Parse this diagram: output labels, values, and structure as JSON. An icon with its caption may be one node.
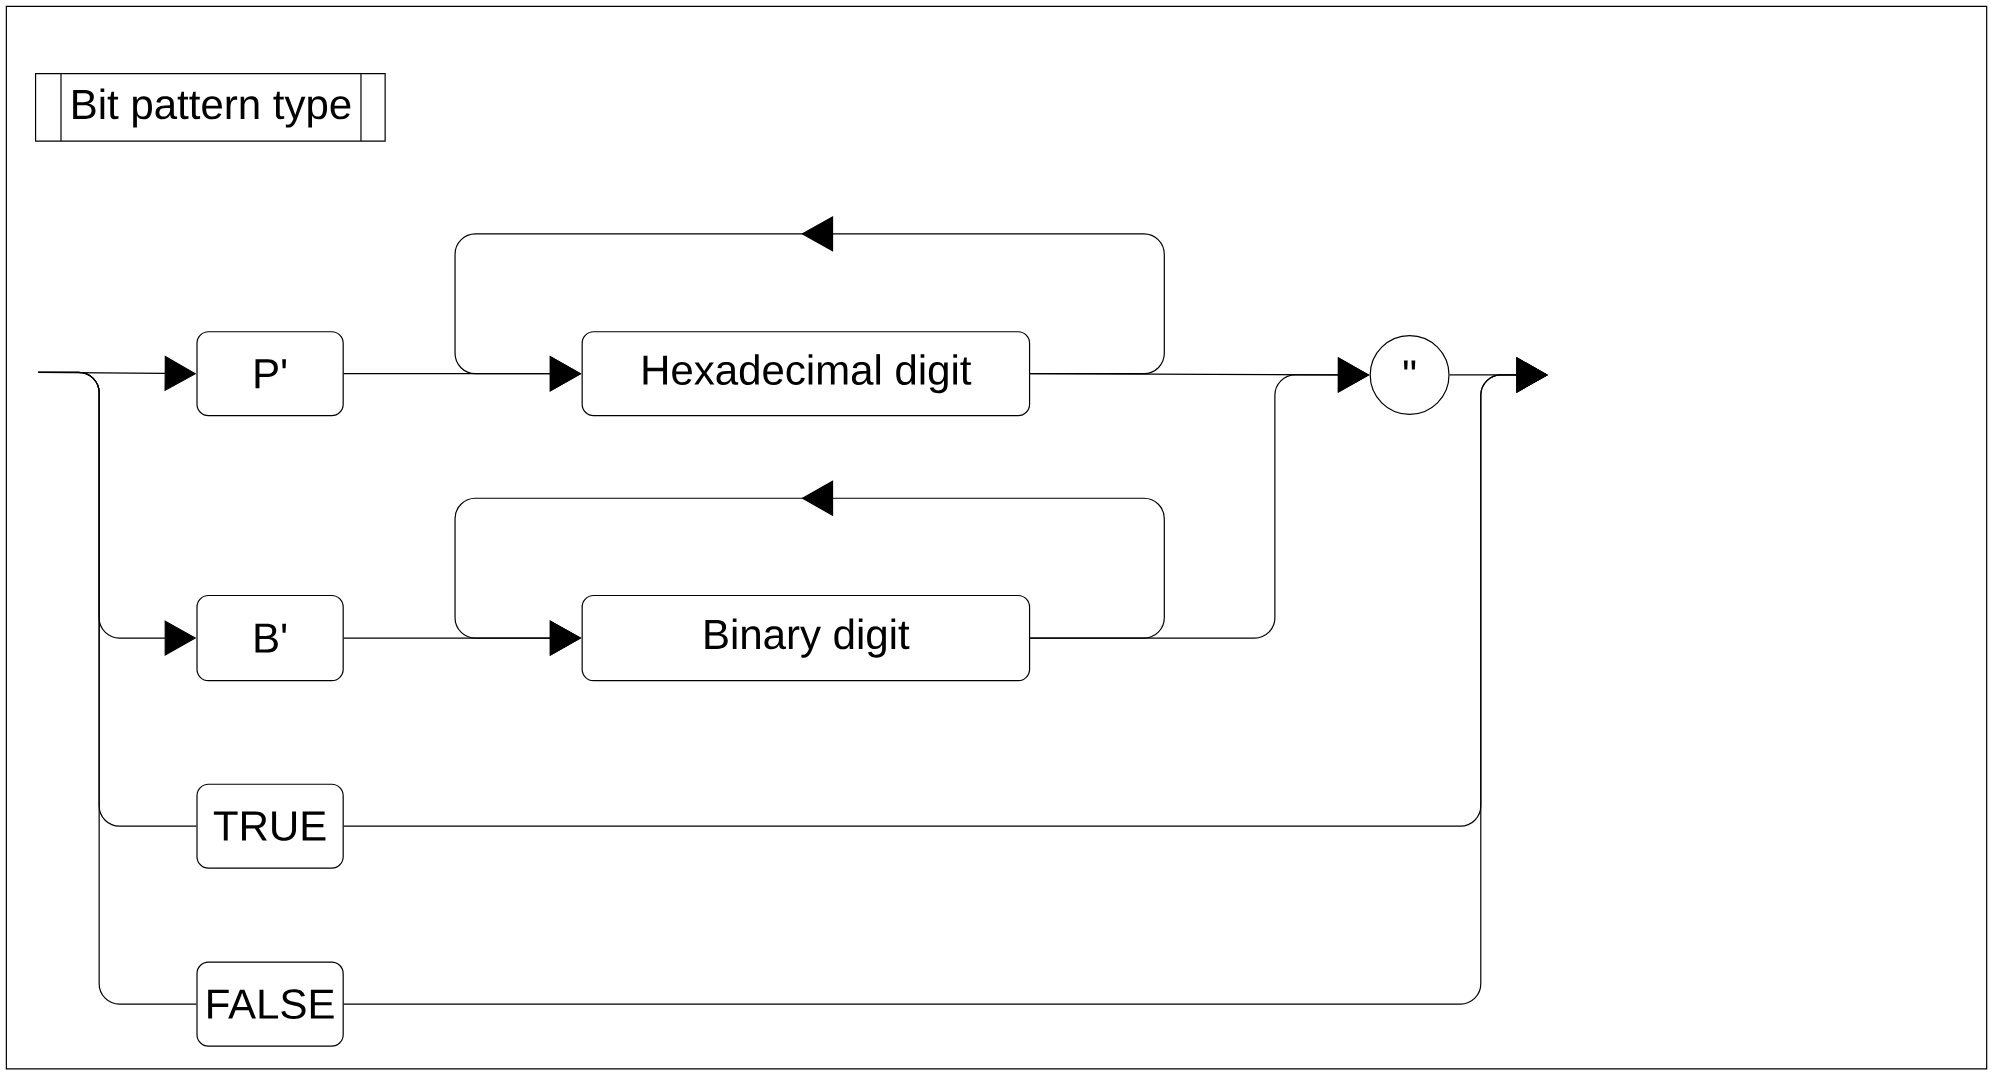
{
  "diagram": {
    "title": "Bit pattern type",
    "nodes": [
      {
        "text": [
          "P'"
        ]
      },
      {
        "text": [
          "Hexadecimal digit"
        ]
      },
      {
        "text": [
          "B'"
        ]
      },
      {
        "text": [
          "Binary digit"
        ]
      },
      {
        "text": [
          "\""
        ]
      },
      {
        "text": [
          "TRUE"
        ]
      },
      {
        "text": [
          "FALSE"
        ]
      }
    ],
    "edges": [
      {
        "from": null,
        "to": 0,
        "arrow": "to"
      },
      {
        "from": null,
        "to": 2,
        "arrow": "to"
      },
      {
        "from": null,
        "to": 5,
        "arrow": "none"
      },
      {
        "from": null,
        "to": 6,
        "arrow": "none"
      },
      {
        "from": 0,
        "to": 1,
        "arrow": "to"
      },
      {
        "from": 1,
        "to": 1,
        "arrow": "to"
      },
      {
        "from": 2,
        "to": 3,
        "arrow": "to"
      },
      {
        "from": 3,
        "to": 3,
        "arrow": "to"
      },
      {
        "from": 1,
        "to": 4,
        "arrow": "to"
      },
      {
        "from": 3,
        "to": 4,
        "arrow": "to"
      },
      {
        "from": 4,
        "to": null,
        "arrow": "to"
      },
      {
        "from": 5,
        "to": null,
        "arrow": "to"
      },
      {
        "from": 6,
        "to": null,
        "arrow": "to"
      }
    ]
  }
}
